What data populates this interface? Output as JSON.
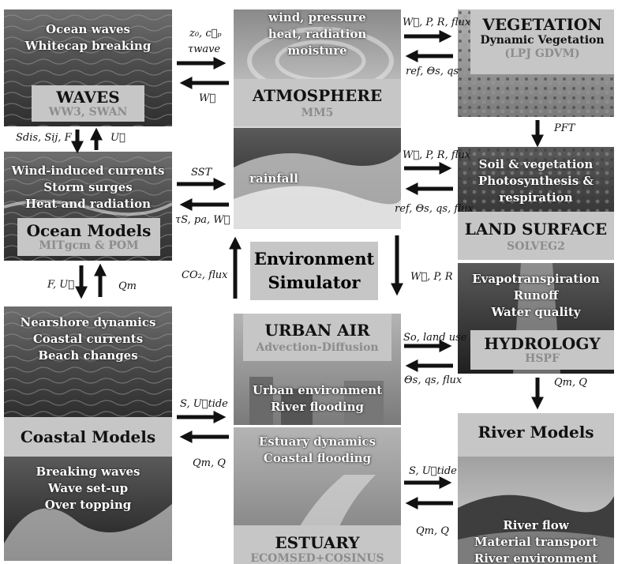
{
  "waves": {
    "lines": [
      "Ocean waves",
      "Whitecap breaking"
    ],
    "title": "WAVES",
    "subtitle": "WW3, SWAN"
  },
  "atmosphere": {
    "lines": [
      "wind, pressure",
      "heat, radiation",
      "moisture"
    ],
    "title": "ATMOSPHERE",
    "subtitle": "MM5",
    "rainfall": "rainfall"
  },
  "vegetation": {
    "title": "VEGETATION",
    "line1": "Dynamic Vegetation",
    "subtitle": "(LPJ GDVM)"
  },
  "ocean": {
    "lines": [
      "Wind-induced currents",
      "Storm surges",
      "Heat and radiation"
    ],
    "title": "Ocean Models",
    "subtitle": "MITgcm & POM"
  },
  "land": {
    "lines": [
      "Soil & vegetation",
      "Photosynthesis &",
      "respiration"
    ],
    "title": "LAND SURFACE",
    "subtitle": "SOLVEG2"
  },
  "env": {
    "line1": "Environment",
    "line2": "Simulator"
  },
  "hydrology": {
    "lines": [
      "Evapotranspiration",
      "Runoff",
      "Water quality"
    ],
    "title": "HYDROLOGY",
    "subtitle": "HSPF"
  },
  "coastal": {
    "lines": [
      "Nearshore dynamics",
      "Coastal currents",
      "Beach changes"
    ],
    "title": "Coastal Models",
    "lines2": [
      "Breaking waves",
      "Wave set-up",
      "Over topping"
    ]
  },
  "urban": {
    "title": "URBAN AIR",
    "subtitle": "Advection-Diffusion",
    "lines": [
      "Urban environment",
      "River flooding"
    ]
  },
  "estuary": {
    "lines": [
      "Estuary dynamics",
      "Coastal flooding"
    ],
    "title": "ESTUARY",
    "subtitle": "ECOMSED+COSINUS"
  },
  "river": {
    "title": "River Models",
    "lines": [
      "River flow",
      "Material transport",
      "River environment"
    ]
  },
  "fluxes": {
    "waves_atm_top": "z₀, c⃗ₚ",
    "waves_atm_mid": "τwave",
    "atm_waves": "W⃗",
    "atm_veg": "W⃗, P, R, flux",
    "veg_atm": "ref, Θs, qs",
    "waves_ocean": "Sdis, Sij, F",
    "ocean_waves": "U⃗",
    "veg_land": "PFT",
    "atm_ocean": "SST",
    "ocean_atm": "τS, pa, W⃗",
    "atm_land": "W⃗, P, R, flux",
    "land_atm": "ref, Θs, qs, flux",
    "ocean_coastal": "F, U⃗",
    "coastal_ocean": "Qm",
    "urban_env": "CO₂, flux",
    "env_hydro": "W⃗, P, R",
    "urban_hydro": "So, land use",
    "hydro_urban": "Θs, qs, flux",
    "hydro_river": "Qm, Q",
    "coastal_urban": "S, U⃗tide",
    "urban_coastal": "Qm, Q",
    "estuary_river": "S, U⃗tide",
    "river_estuary": "Qm, Q"
  }
}
